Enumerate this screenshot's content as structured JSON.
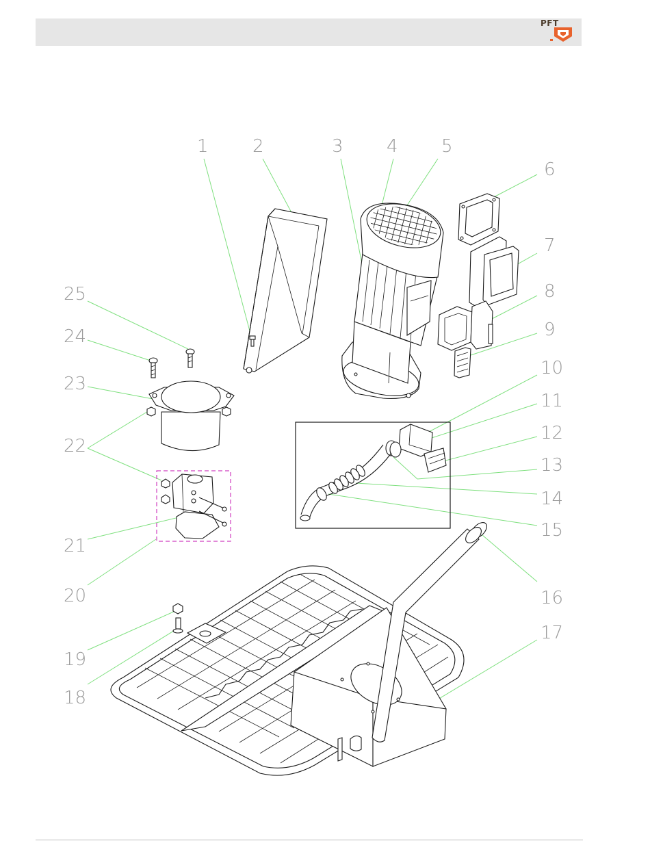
{
  "header": {
    "logo_text": "PFT",
    "brand_colors": {
      "header_bar": "#e6e6e6",
      "logo_orange": "#e8622c",
      "leader_lines": "#7fe07f",
      "callout_frame": "#d040c0"
    }
  },
  "part_numbers": [
    "1",
    "2",
    "3",
    "4",
    "5",
    "6",
    "7",
    "8",
    "9",
    "10",
    "11",
    "12",
    "13",
    "14",
    "15",
    "16",
    "17",
    "18",
    "19",
    "20",
    "21",
    "22",
    "23",
    "24",
    "25"
  ]
}
